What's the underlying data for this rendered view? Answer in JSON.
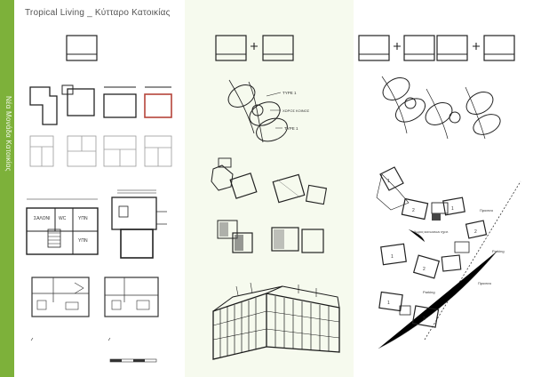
{
  "page": {
    "title": "Tropical Living  _  Κύτταρο Κατοικίας",
    "sidebar_label": "Νέα Μονάδα Κατοικίας"
  },
  "column1": {
    "plan_labels": [
      "ΣΑΛΟΝΙ",
      "WC",
      "ΥΠΝ",
      "ΥΠΝ"
    ]
  },
  "column2": {
    "diagram_labels": [
      "TYPE 1",
      "ΧΩΡΟΣ ΚΟΙΝΟΣ",
      "TYPE 1"
    ]
  },
  "column3": {
    "site_labels": [
      "Πρασινο",
      "Χωρος κοινωνικων σχεσ.",
      "Parking",
      "Πρασινο",
      "Parking"
    ]
  },
  "colors": {
    "accent_green": "#7db13a",
    "mid_panel": "#f6faee",
    "highlight_red": "#b5443a"
  }
}
